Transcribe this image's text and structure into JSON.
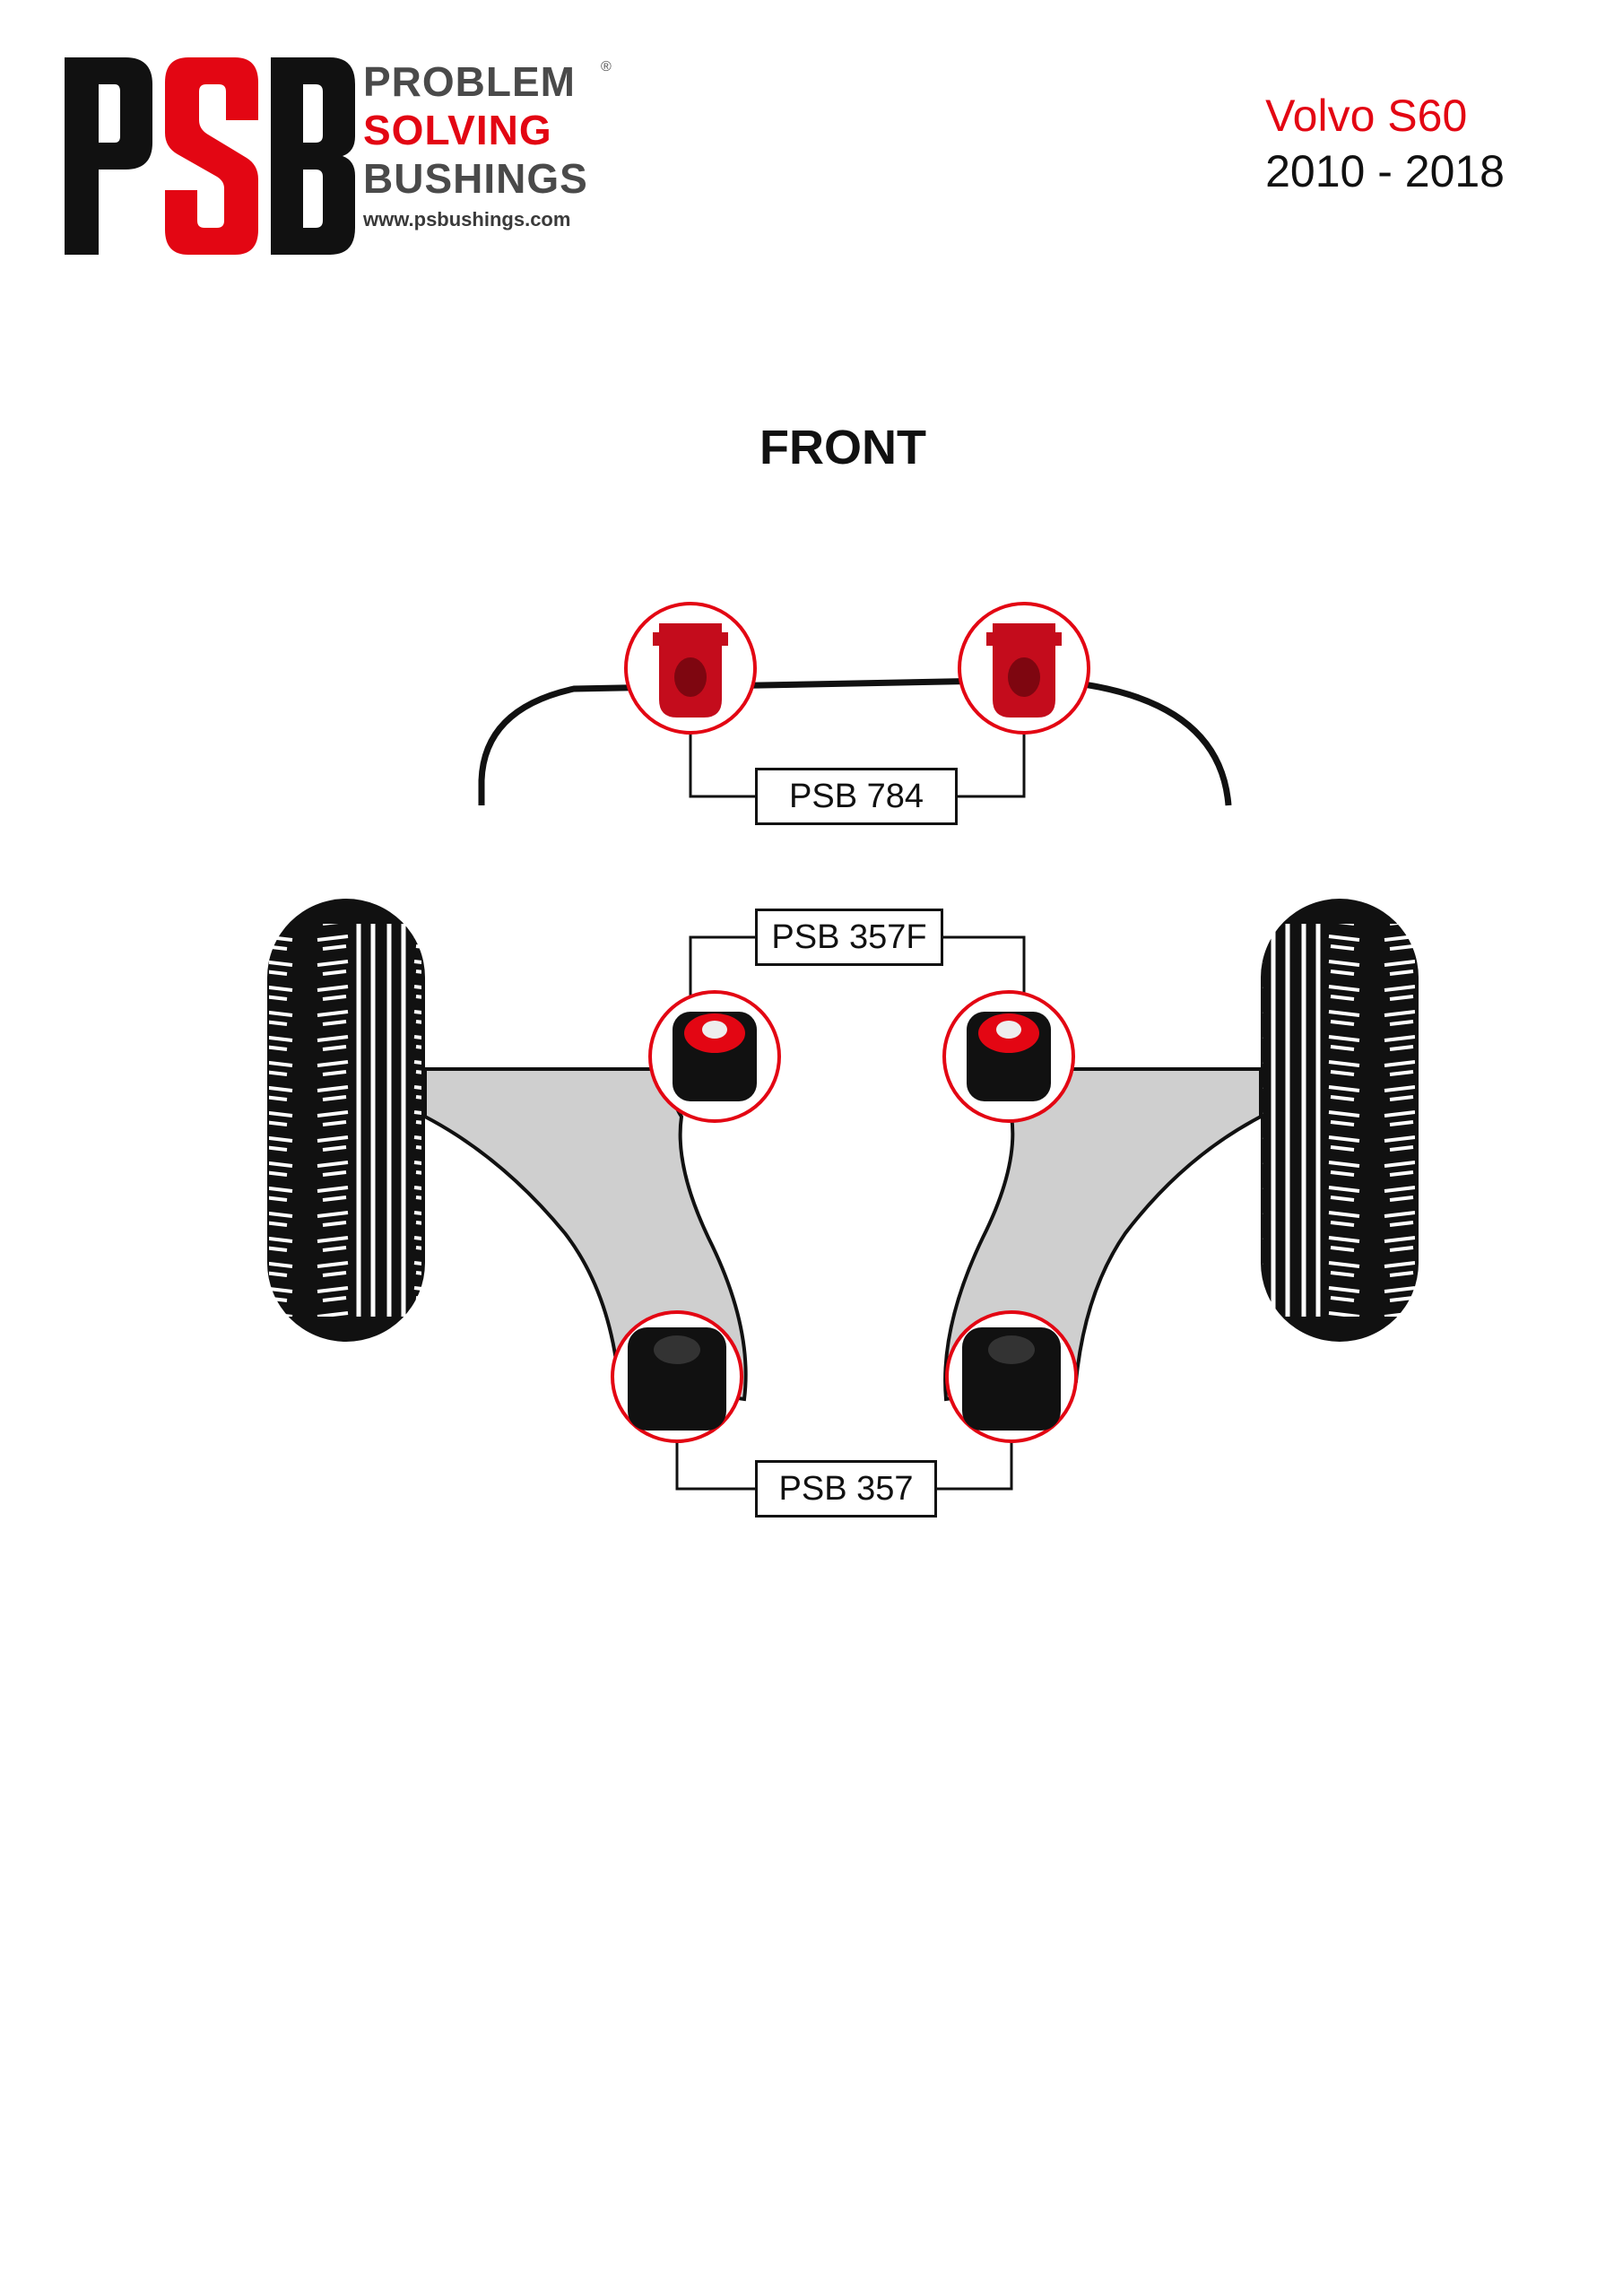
{
  "brand": {
    "letters": [
      "P",
      "S",
      "B"
    ],
    "lines": [
      "PROBLEM",
      "SOLVING",
      "BUSHINGS"
    ],
    "url": "www.psbushings.com",
    "registered_mark": "®",
    "colors": {
      "black": "#111111",
      "red": "#e30613",
      "gray": "#4a4a4a"
    }
  },
  "vehicle": {
    "model": "Volvo S60",
    "years": "2010 - 2018",
    "model_color": "#e30613"
  },
  "section": {
    "title": "FRONT"
  },
  "parts": [
    {
      "id": "psb-784",
      "label": "PSB 784",
      "type": "anti-roll bar bush",
      "color": "red"
    },
    {
      "id": "psb-357f",
      "label": "PSB 357F",
      "type": "front lower arm front bush",
      "color": "black-red"
    },
    {
      "id": "psb-357",
      "label": "PSB 357",
      "type": "front lower arm rear bush",
      "color": "black"
    }
  ],
  "icons": [
    "tyre-icon",
    "control-arm-icon",
    "anti-roll-bar-icon",
    "bush-icon"
  ]
}
